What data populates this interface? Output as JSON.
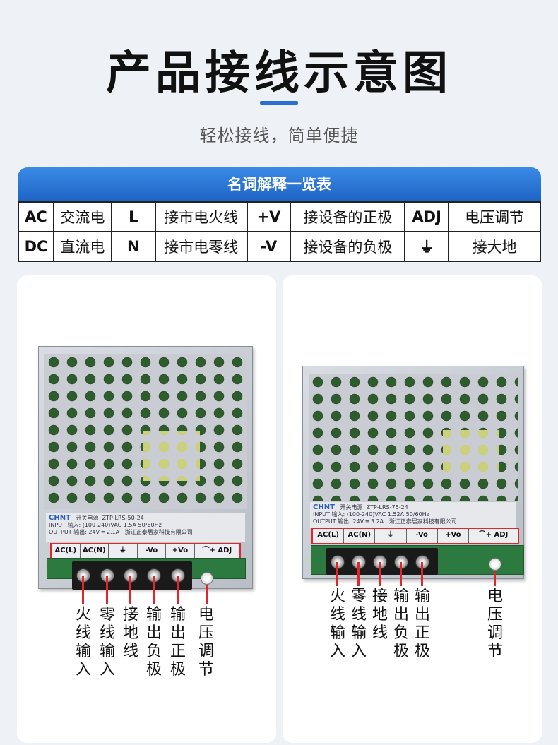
{
  "header": {
    "title": "产品接线示意图",
    "subtitle": "轻松接线，简单便捷"
  },
  "glossary": {
    "heading": "名词解释一览表",
    "rows": [
      [
        {
          "abbr": "AC",
          "desc": "交流电"
        },
        {
          "abbr": "L",
          "desc": "接市电火线"
        },
        {
          "abbr": "+V",
          "desc": "接设备的正极"
        },
        {
          "abbr": "ADJ",
          "desc": "电压调节"
        }
      ],
      [
        {
          "abbr": "DC",
          "desc": "直流电"
        },
        {
          "abbr": "N",
          "desc": "接市电零线"
        },
        {
          "abbr": "-V",
          "desc": "接设备的负极"
        },
        {
          "abbr": "⏚",
          "desc": "接大地"
        }
      ]
    ]
  },
  "left_device": {
    "brand": "CHNT",
    "name": "开关电源",
    "model": "ZTP-LRS-50-24",
    "input": "INPUT 输入: (100-240)VAC 1.5A 50/60Hz",
    "output": "OUTPUT 输出: 24V ═ 2.1A",
    "maker": "浙江正泰居家科技有限公司",
    "terminals": [
      "AC(L)",
      "AC(N)",
      "⏚",
      "-Vo",
      "+Vo",
      "⌒+ ADJ"
    ],
    "labels": [
      "火线输入",
      "零线输入",
      "接地线",
      "输出负极",
      "输出正极",
      "电压调节"
    ]
  },
  "right_device": {
    "brand": "CHNT",
    "name": "开关电源",
    "model": "ZTP-LRS-75-24",
    "input": "INPUT 输入: (100-240)VAC 1.52A 50/60Hz",
    "output": "OUTPUT 输出: 24V ═ 3.2A",
    "maker": "浙江正泰居家科技有限公司",
    "terminals": [
      "AC(L)",
      "AC(N)",
      "⏚",
      "-Vo",
      "+Vo",
      "⌒+ ADJ"
    ],
    "labels": [
      "火线输入",
      "零线输入",
      "接地线",
      "输出负极",
      "输出正极",
      "电压调节"
    ]
  },
  "colors": {
    "accent_blue": "#2a6fd4",
    "marker_red": "#e0262b"
  }
}
